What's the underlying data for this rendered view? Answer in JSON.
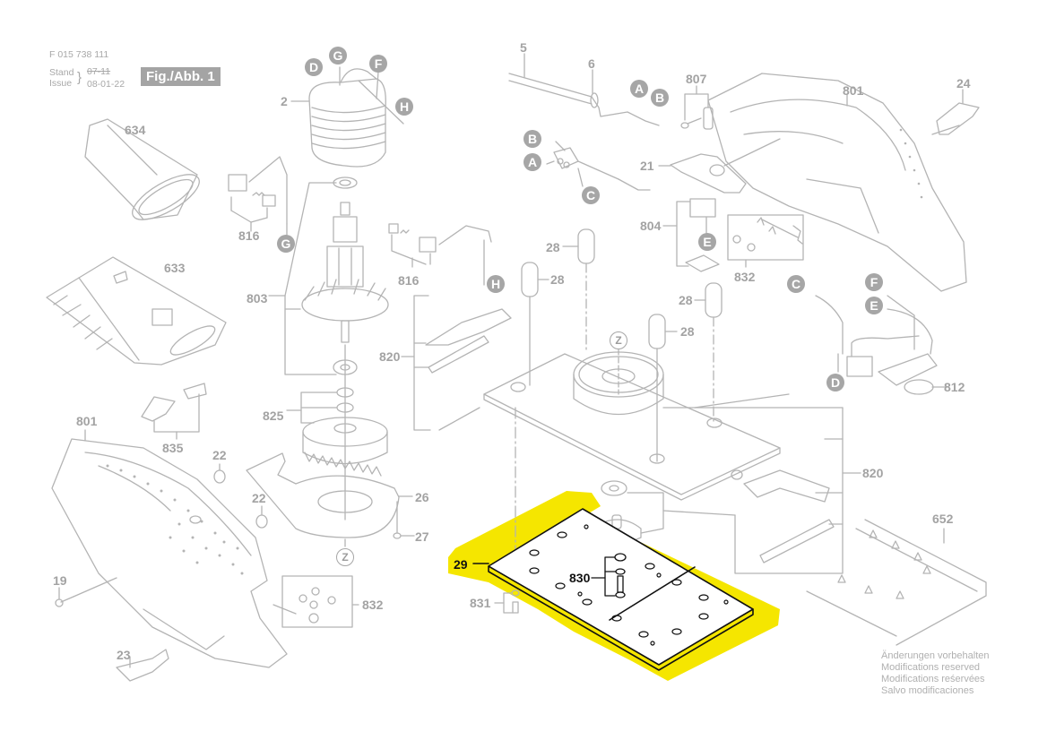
{
  "header": {
    "doc_number": "F 015 738 111",
    "stand_label": "Stand",
    "issue_label": "Issue",
    "old_date_struck": "07-11",
    "issue_date": "08-01-22",
    "figure_badge": "Fig./Abb. 1"
  },
  "notice": {
    "lines": [
      "Änderungen vorbehalten",
      "Modifications reserved",
      "Modifications reśervées",
      "Salvo modificaciones"
    ]
  },
  "highlight": {
    "color": "#f5e600",
    "part": "29",
    "related_part": "830"
  },
  "part_labels": [
    {
      "id": "lbl-2",
      "text": "2"
    },
    {
      "id": "lbl-5",
      "text": "5"
    },
    {
      "id": "lbl-6",
      "text": "6"
    },
    {
      "id": "lbl-807",
      "text": "807"
    },
    {
      "id": "lbl-801-top",
      "text": "801"
    },
    {
      "id": "lbl-24",
      "text": "24"
    },
    {
      "id": "lbl-634",
      "text": "634"
    },
    {
      "id": "lbl-816-a",
      "text": "816"
    },
    {
      "id": "lbl-21",
      "text": "21"
    },
    {
      "id": "lbl-804",
      "text": "804"
    },
    {
      "id": "lbl-832-top",
      "text": "832"
    },
    {
      "id": "lbl-633",
      "text": "633"
    },
    {
      "id": "lbl-803",
      "text": "803"
    },
    {
      "id": "lbl-816-b",
      "text": "816"
    },
    {
      "id": "lbl-28-a",
      "text": "28"
    },
    {
      "id": "lbl-28-b",
      "text": "28"
    },
    {
      "id": "lbl-28-c",
      "text": "28"
    },
    {
      "id": "lbl-28-d",
      "text": "28"
    },
    {
      "id": "lbl-820-left",
      "text": "820"
    },
    {
      "id": "lbl-812",
      "text": "812"
    },
    {
      "id": "lbl-825",
      "text": "825"
    },
    {
      "id": "lbl-835",
      "text": "835"
    },
    {
      "id": "lbl-801-bottom",
      "text": "801"
    },
    {
      "id": "lbl-22-a",
      "text": "22"
    },
    {
      "id": "lbl-22-b",
      "text": "22"
    },
    {
      "id": "lbl-26",
      "text": "26"
    },
    {
      "id": "lbl-27",
      "text": "27"
    },
    {
      "id": "lbl-820-right",
      "text": "820"
    },
    {
      "id": "lbl-652",
      "text": "652"
    },
    {
      "id": "lbl-29",
      "text": "29"
    },
    {
      "id": "lbl-830",
      "text": "830"
    },
    {
      "id": "lbl-831",
      "text": "831"
    },
    {
      "id": "lbl-19",
      "text": "19"
    },
    {
      "id": "lbl-832-bottom",
      "text": "832"
    },
    {
      "id": "lbl-23",
      "text": "23"
    }
  ],
  "connector_markers": [
    {
      "id": "mk-D-stator",
      "text": "D"
    },
    {
      "id": "mk-G-stator",
      "text": "G"
    },
    {
      "id": "mk-F-stator",
      "text": "F"
    },
    {
      "id": "mk-H-stator",
      "text": "H"
    },
    {
      "id": "mk-A-cable",
      "text": "A"
    },
    {
      "id": "mk-B-cable",
      "text": "B"
    },
    {
      "id": "mk-B-terminal",
      "text": "B"
    },
    {
      "id": "mk-A-terminal",
      "text": "A"
    },
    {
      "id": "mk-C-terminal",
      "text": "C"
    },
    {
      "id": "mk-G-brush",
      "text": "G"
    },
    {
      "id": "mk-E-switch",
      "text": "E"
    },
    {
      "id": "mk-H-brush",
      "text": "H"
    },
    {
      "id": "mk-C-cap",
      "text": "C"
    },
    {
      "id": "mk-F-cap",
      "text": "F"
    },
    {
      "id": "mk-E-cap",
      "text": "E"
    },
    {
      "id": "mk-D-cap",
      "text": "D"
    },
    {
      "id": "mk-Z-bearing",
      "text": "Z"
    },
    {
      "id": "mk-Z-fan",
      "text": "Z"
    }
  ]
}
